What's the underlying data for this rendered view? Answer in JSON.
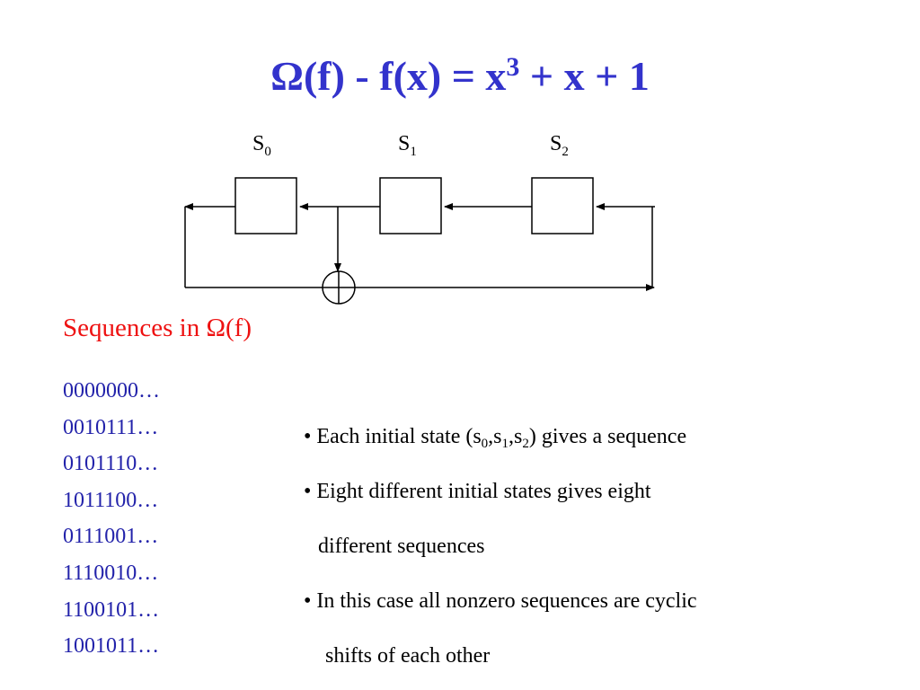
{
  "title": {
    "main": "Ω(f) - f(x) = x",
    "exponent": "3",
    "tail": " + x + 1"
  },
  "registers": [
    {
      "base": "S",
      "sub": "0"
    },
    {
      "base": "S",
      "sub": "1"
    },
    {
      "base": "S",
      "sub": "2"
    }
  ],
  "sequences": {
    "heading": "Sequences in  Ω(f)",
    "items": [
      "0000000…",
      "0010111…",
      "0101110…",
      "1011100…",
      "0111001…",
      "1110010…",
      "1100101…",
      "1001011…"
    ]
  },
  "bullets": {
    "b1_pre": "• Each initial state  (s",
    "b1_sub0": "0",
    "b1_c1": ",s",
    "b1_sub1": "1",
    "b1_c2": ",s",
    "b1_sub2": "2",
    "b1_post": ") gives a sequence",
    "b2_line1": "• Eight different  initial states gives eight",
    "b2_line2": "different sequences",
    "b3_line1": "• In this case all nonzero sequences are cyclic",
    "b3_line2": "shifts of each other"
  },
  "colors": {
    "title": "#3333cc",
    "heading": "#ee1111",
    "sequence": "#2222aa",
    "text": "#000000"
  }
}
